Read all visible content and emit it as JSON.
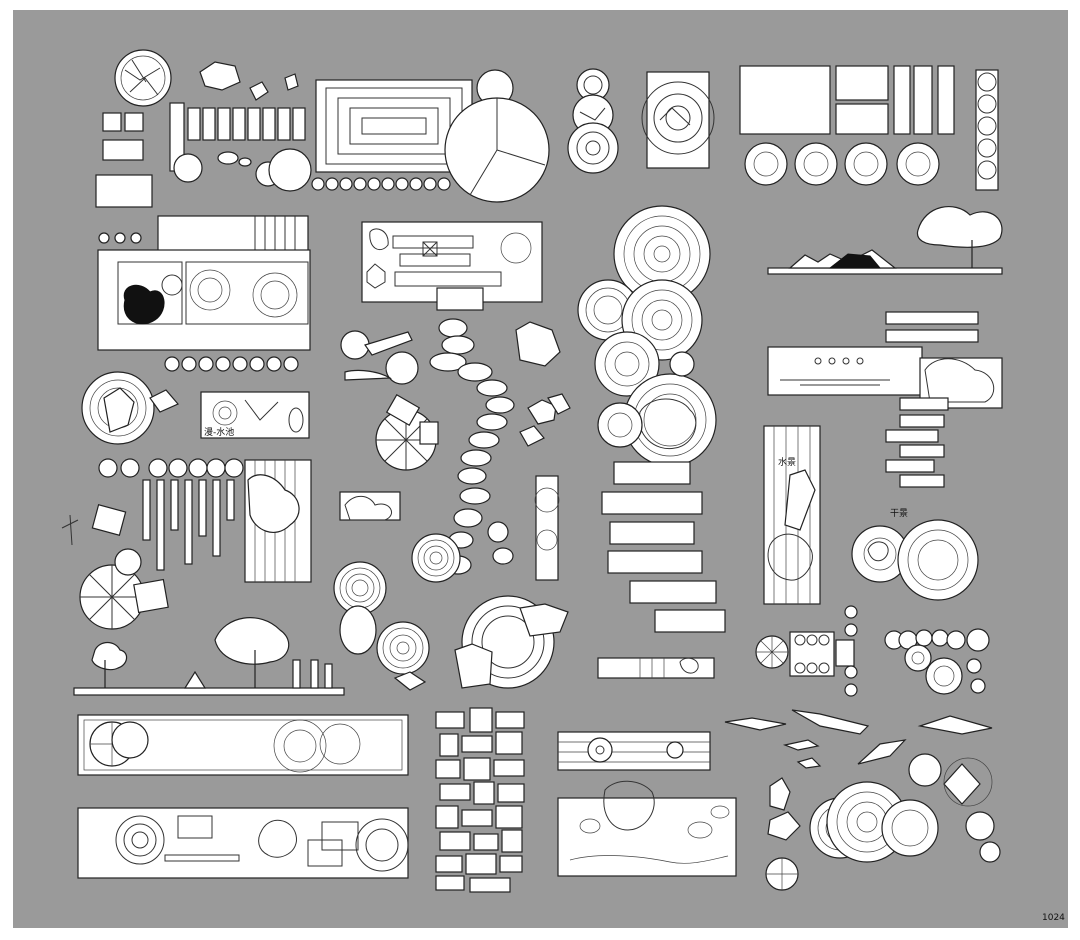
{
  "image": {
    "background": "#9a9a9a",
    "symbol_fill": "#ffffff",
    "line_color": "#222222"
  },
  "labels": {
    "panel_caption": "漫-水池",
    "board_caption": "水景",
    "title_text": "干景",
    "watermark": "1024"
  },
  "symbols": [
    "tree-canopy",
    "boulder",
    "stepping-stones",
    "water-ripple-circles",
    "pergola-grid",
    "parasol-umbrella",
    "pavilion-plan",
    "bench",
    "planter-bed",
    "dry-landscape-garden",
    "tree-elevation",
    "paving-slab"
  ]
}
